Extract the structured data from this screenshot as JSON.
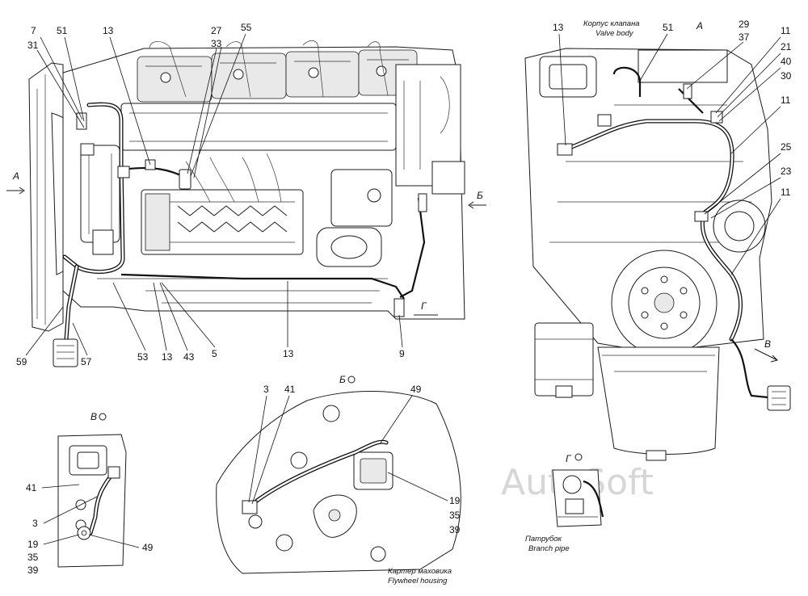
{
  "callouts_main": [
    "7",
    "31",
    "51",
    "13",
    "27",
    "33",
    "55",
    "59",
    "57",
    "53",
    "13",
    "43",
    "5",
    "13",
    "9"
  ],
  "view_letters_main": [
    "А",
    "Б",
    "Г"
  ],
  "callouts_right": [
    "13",
    "51",
    "29",
    "37",
    "11",
    "21",
    "40",
    "30",
    "11",
    "25",
    "23",
    "11"
  ],
  "view_letters_right": [
    "А",
    "В"
  ],
  "valve_body": {
    "ru": "Корпус клапана",
    "en": "Valve body"
  },
  "view_v": {
    "title": "В",
    "callouts": [
      "41",
      "3",
      "19",
      "35",
      "39",
      "49"
    ]
  },
  "view_b": {
    "title": "Б",
    "callouts": [
      "3",
      "41",
      "49",
      "19",
      "35",
      "39"
    ]
  },
  "flywheel_housing": {
    "ru": "Картер маховика",
    "en": "Flywheel housing"
  },
  "view_g": {
    "title": "Г"
  },
  "branch_pipe": {
    "ru": "Патрубок",
    "en": "Branch pipe"
  },
  "watermark": "AutoSoft"
}
